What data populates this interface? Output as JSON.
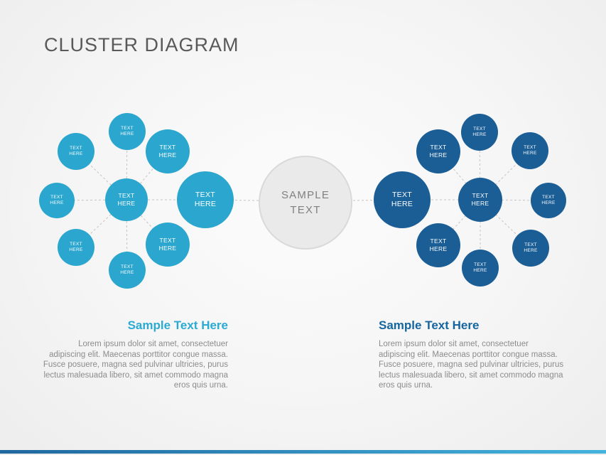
{
  "slide": {
    "title": "CLUSTER DIAGRAM"
  },
  "center_node": {
    "label": "SAMPLE TEXT"
  },
  "clusters": [
    {
      "id": "left",
      "heading": "Sample Text Here",
      "body": "Lorem ipsum dolor sit amet, consectetuer adipiscing elit. Maecenas porttitor congue massa. Fusce posuere, magna sed pulvinar ultricies, purus lectus malesuada libero, sit amet commodo magna eros quis urna.",
      "node_labels": [
        "TEXT HERE",
        "TEXT HERE",
        "TEXT HERE",
        "TEXT HERE",
        "TEXT HERE",
        "TEXT HERE",
        "TEXT HERE",
        "TEXT HERE",
        "TEXT HERE"
      ]
    },
    {
      "id": "right",
      "heading": "Sample Text Here",
      "body": "Lorem ipsum dolor sit amet, consectetuer adipiscing elit. Maecenas porttitor congue massa. Fusce posuere, magna sed pulvinar ultricies, purus lectus malesuada libero, sit amet commodo magna eros quis urna.",
      "node_labels": [
        "TEXT HERE",
        "TEXT HERE",
        "TEXT HERE",
        "TEXT HERE",
        "TEXT HERE",
        "TEXT HERE",
        "TEXT HERE",
        "TEXT HERE",
        "TEXT HERE"
      ]
    }
  ],
  "colors": {
    "left_cluster": "#2ba6ce",
    "right_cluster": "#1b5e96",
    "center_fill": "#eaeaea",
    "center_border": "#d9d9d9",
    "center_text": "#808080",
    "connector": "#c9c2be",
    "title_text": "#595959",
    "body_text": "#8c8c8c",
    "left_heading": "#2baad2",
    "right_heading": "#15659f",
    "footer_left": "#20689f",
    "footer_right": "#44b3dd"
  }
}
